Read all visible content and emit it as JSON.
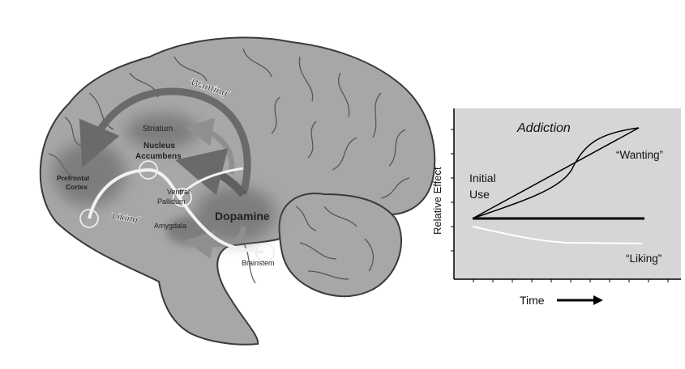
{
  "brain": {
    "regions": {
      "striatum": "Striatum",
      "nucleus_accumbens_1": "Nucleus",
      "nucleus_accumbens_2": "Accumbens",
      "prefrontal_1": "Prefrontal",
      "prefrontal_2": "Cortex",
      "ventral_pallidum_1": "Ventral",
      "ventral_pallidum_2": "Pallidum",
      "amygdala": "Amygdala",
      "brainstem": "Brainstem"
    },
    "wanting_label": "'Wanting'",
    "liking_label": "'Liking'",
    "dopamine_label": "Dopamine",
    "colors": {
      "brain_fill": "#a7a7a7",
      "brain_outline": "#3a3a3a",
      "arrow_dark": "#6e6e6e",
      "arrow_light": "#9a9a9a",
      "liking_path": "#f2f2f2"
    }
  },
  "graph": {
    "title": "Addiction",
    "ylabel": "Relative Effect",
    "xlabel": "Time",
    "initial_use_1": "Initial",
    "initial_use_2": "Use",
    "wanting_label": "“Wanting”",
    "liking_label": "“Liking”",
    "colors": {
      "panel": "#d6d6d6",
      "axis": "#000000",
      "liking_line": "#ffffff"
    }
  }
}
